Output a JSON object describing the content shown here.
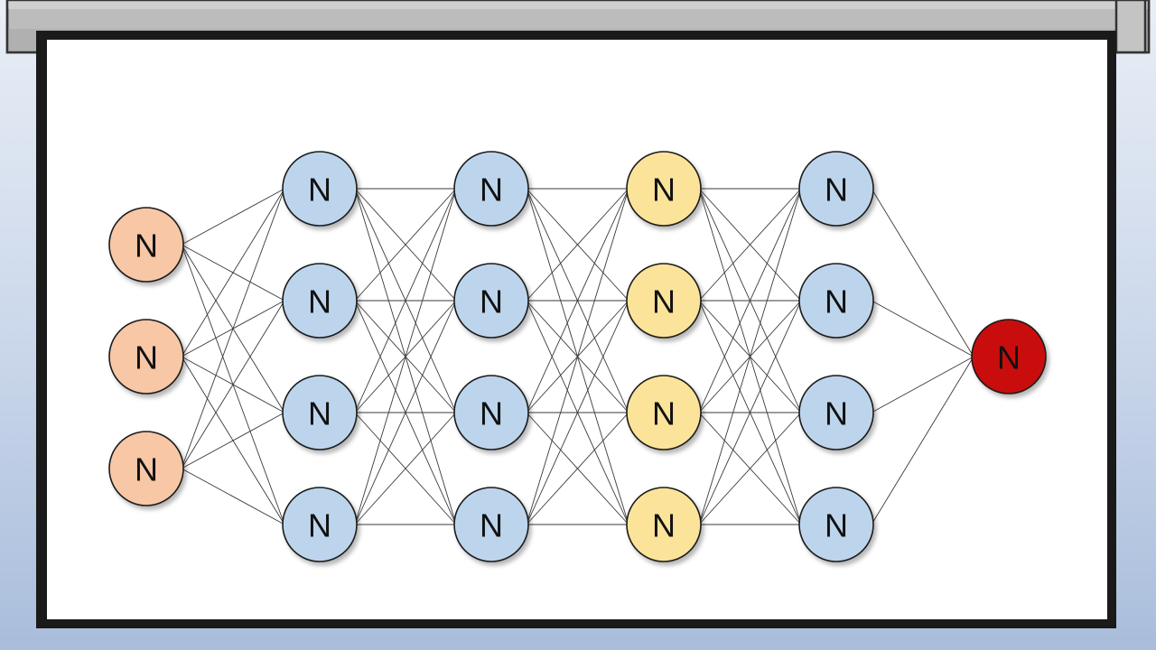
{
  "colors": {
    "background_top": "#e9eef6",
    "background_bottom": "#a9bddb",
    "roller": "#bcbcbc",
    "screen": "#ffffff",
    "screen_border": "#1a1a1a",
    "edge": "#3a3a3a",
    "input_node": "#f7c7a6",
    "hidden_node_blue": "#bdd5ec",
    "hidden_node_yellow": "#fbe49a",
    "output_node": "#c90a0a",
    "node_outline": "#1a1a1a"
  },
  "diagram": {
    "type": "neural-network",
    "node_label": "N",
    "connectivity": "fully-connected",
    "layers": [
      {
        "name": "input",
        "count": 3,
        "color": "#f7c7a6"
      },
      {
        "name": "hidden-1",
        "count": 4,
        "color": "#bdd5ec"
      },
      {
        "name": "hidden-2",
        "count": 4,
        "color": "#bdd5ec"
      },
      {
        "name": "hidden-3",
        "count": 4,
        "color": "#fbe49a"
      },
      {
        "name": "hidden-4",
        "count": 4,
        "color": "#bdd5ec"
      },
      {
        "name": "output",
        "count": 1,
        "color": "#c90a0a"
      }
    ]
  }
}
